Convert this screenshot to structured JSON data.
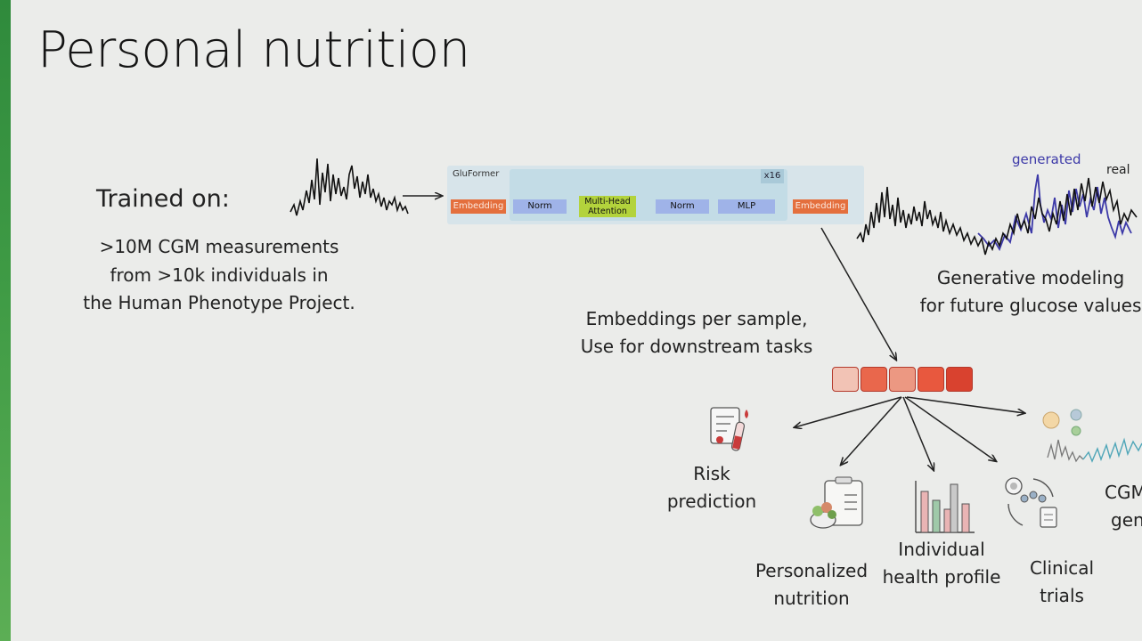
{
  "slide": {
    "title": "Personal nutrition"
  },
  "trained": {
    "title": "Trained on:",
    "line1": ">10M CGM measurements",
    "line2": "from >10k individuals in",
    "line3": "the Human Phenotype Project."
  },
  "model": {
    "name": "GluFormer",
    "repeat": "x16",
    "blocks": {
      "embedding_in": "Embedding",
      "norm1": "Norm",
      "attention_line1": "Multi-Head",
      "attention_line2": "Attention",
      "norm2": "Norm",
      "mlp": "MLP",
      "embedding_out": "Embedding"
    }
  },
  "generative": {
    "legend_generated": "generated",
    "legend_real": "real",
    "caption_line1": "Generative modeling",
    "caption_line2": "for future glucose values"
  },
  "embeddings": {
    "caption_line1": "Embeddings per sample,",
    "caption_line2": "Use for downstream tasks",
    "cell_colors": [
      "#f2c3b5",
      "#e9674c",
      "#ec9882",
      "#e8583e",
      "#d9422f"
    ]
  },
  "tasks": {
    "risk_line1": "Risk",
    "risk_line2": "prediction",
    "nutrition_line1": "Personalized",
    "nutrition_line2": "nutrition",
    "health_line1": "Individual",
    "health_line2": "health profile",
    "clinical_line1": "Clinical",
    "clinical_line2": "trials",
    "cgm_line1": "CGM",
    "cgm_line2": "gen"
  },
  "colors": {
    "accent_green": "#3f9b45",
    "generated_series": "#3d3aa8",
    "real_series": "#111111"
  }
}
